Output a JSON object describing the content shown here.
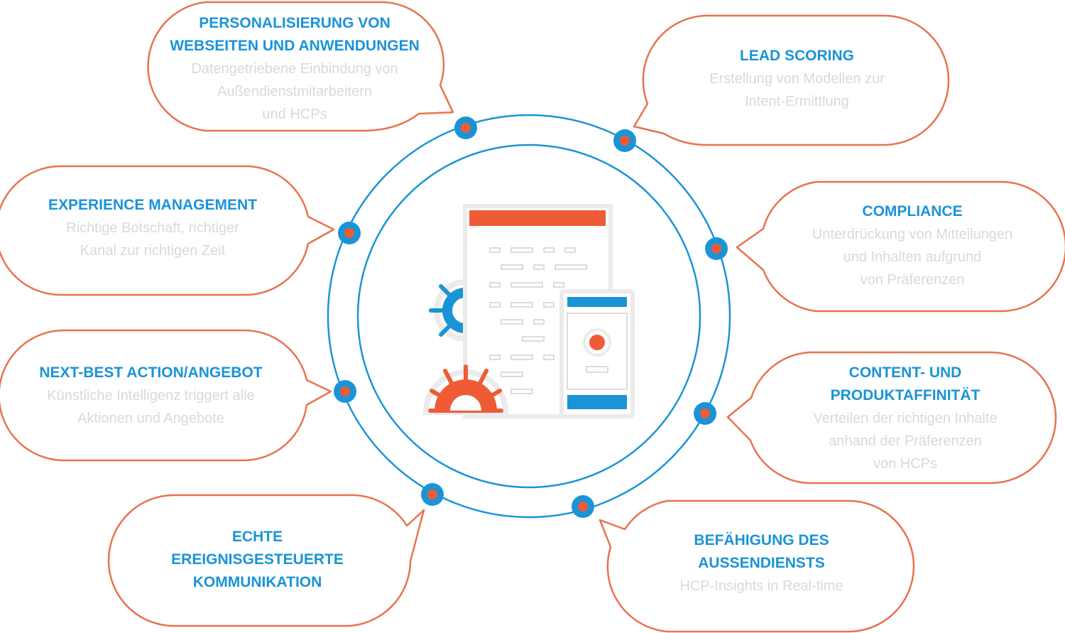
{
  "colors": {
    "accent_blue": "#1a94d6",
    "accent_orange": "#ef5b35",
    "bubble_outline": "#e8734f",
    "body_text": "#d9d9d9",
    "sheet_grey": "#dcdcdc"
  },
  "center_icon": "document-gears-mobile-icon",
  "bubbles": [
    {
      "id": "personalisierung",
      "title_lines": [
        "PERSONALISIERUNG VON",
        "WEBSEITEN UND ANWENDUNGEN"
      ],
      "body_lines": [
        "Datengetriebene Einbindung von",
        "Außendienstmitarbeitern",
        "und HCPs"
      ]
    },
    {
      "id": "lead-scoring",
      "title_lines": [
        "LEAD SCORING"
      ],
      "body_lines": [
        "Erstellung von Modellen zur",
        "Intent-Ermittlung"
      ]
    },
    {
      "id": "experience-management",
      "title_lines": [
        "EXPERIENCE MANAGEMENT"
      ],
      "body_lines": [
        "Richtige Botschaft, richtiger",
        "Kanal zur richtigen Zeit"
      ]
    },
    {
      "id": "compliance",
      "title_lines": [
        "COMPLIANCE"
      ],
      "body_lines": [
        "Unterdrückung von Mitteilungen",
        "und Inhalten aufgrund",
        "von Präferenzen"
      ]
    },
    {
      "id": "next-best-action",
      "title_lines": [
        "NEXT-BEST ACTION/ANGEBOT"
      ],
      "body_lines": [
        "Künstliche Intelligenz triggert alle",
        "Aktionen und Angebote"
      ]
    },
    {
      "id": "content-produktaffinitaet",
      "title_lines": [
        "CONTENT- UND",
        "PRODUKTAFFINITÄT"
      ],
      "body_lines": [
        "Verteilen der richtigen Inhalte",
        "anhand der Präferenzen",
        "von HCPs"
      ]
    },
    {
      "id": "echte-kommunikation",
      "title_lines": [
        "ECHTE",
        "EREIGNISGESTEUERTE",
        "KOMMUNIKATION"
      ],
      "body_lines": []
    },
    {
      "id": "befaehigung",
      "title_lines": [
        "BEFÄHIGUNG DES",
        "AUSSENDIENSTS"
      ],
      "body_lines": [
        "HCP-Insights in Real-time"
      ]
    }
  ]
}
